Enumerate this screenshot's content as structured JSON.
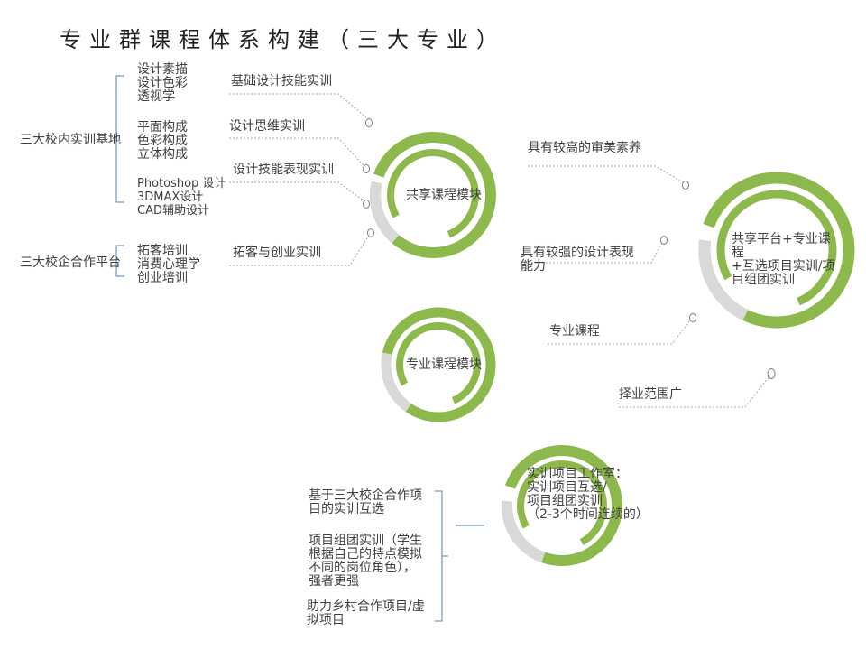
{
  "title": "专业群课程体系构建（三大专业）",
  "left_groups": [
    {
      "label": "三大校内实训基地",
      "items": [
        "设计素描",
        "设计色彩",
        "透视学",
        "平面构成",
        "色彩构成",
        "立体构成",
        "Photoshop 设计",
        "3DMAX设计",
        "CAD辅助设计"
      ]
    },
    {
      "label": "三大校企合作平台",
      "items": [
        "拓客培训",
        "消费心理学",
        "创业培训"
      ]
    }
  ],
  "trainings": [
    "基础设计技能实训",
    "设计思维实训",
    "设计技能表现实训",
    "拓客与创业实训"
  ],
  "rings": {
    "shared": "共享课程模块",
    "major": "专业课程模块",
    "platform": "共享平台+专业课程\n+互选项目实训/项目组团实训",
    "studio": "实训项目工作室：\n实训项目互选/\n项目组团实训\n（2-3个时间连续的）"
  },
  "outcomes": [
    "具有较高的审美素养",
    "具有较强的设计表现能力",
    "专业课程",
    "择业范围广"
  ],
  "projects": [
    "基于三大校企合作项目的实训互选",
    "项目组团实训（学生根据自己的特点模拟不同的岗位角色），强者更强",
    "助力乡村合作项目/虚拟项目"
  ],
  "colors": {
    "green": "#8db94c",
    "gray": "#d9d9d9",
    "blue": "#4f81bd",
    "dash": "#a6a6a6"
  }
}
